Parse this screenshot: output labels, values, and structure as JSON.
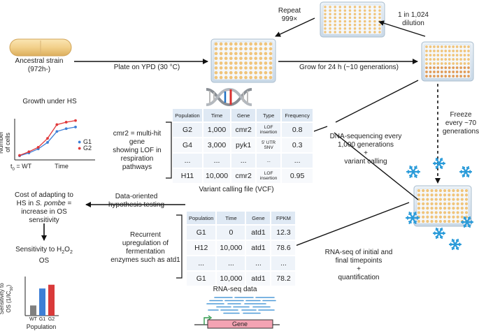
{
  "labels": {
    "ancestral": "Ancestral strain\n(972h-)",
    "plate": "Plate on YPD (30 °C)",
    "grow": "Grow for 24 h (~10 generations)",
    "repeat": "Repeat\n999×",
    "dilution": "1 in 1,024\ndilution",
    "freeze": "Freeze\nevery ~70\ngenerations",
    "dnaseq": "DNA-sequencing every\n1,000 generations\n+\nvariant calling",
    "rnaseq": "RNA-seq of initial and\nfinal timepoints\n+\nquantification",
    "cmr2": "cmr2 = multi-hit\ngene\nshowing LOF in\nrespiration\npathways",
    "vcf_caption": "Variant calling file (VCF)",
    "recurrent": "Recurrent\nupregulation of\nfermentation\nenzymes such as atd1",
    "rnaseq_caption": "RNA-seq data",
    "data_oriented": "Data-oriented\nhypothesis testing",
    "cost_pre": "Cost of adapting to\nHS in ",
    "cost_species": "S. pombe",
    "cost_post": " =\nincrease in OS\nsensitivity",
    "sensitivity_title_pre": "Sensitivity to H",
    "sensitivity_sub2": "2",
    "sensitivity_o": "O",
    "sensitivity_sub2b": "2",
    "sensitivity_os": "OS",
    "growth_title": "Growth under HS",
    "gene_label": "Gene"
  },
  "growth_chart": {
    "ylabel": "Number\nof cells",
    "xlabel": "Time",
    "x_origin_label_pre": "t",
    "x_origin_sub": "0",
    "x_origin_label_post": " = WT",
    "legend": [
      {
        "name": "G1",
        "color": "#3d7fd6"
      },
      {
        "name": "G2",
        "color": "#e0383a"
      }
    ]
  },
  "chart_data": [
    {
      "type": "line",
      "title": "Growth under HS",
      "xlabel": "Time",
      "ylabel": "Number of cells",
      "x": [
        0,
        1,
        2,
        3,
        4,
        5,
        6
      ],
      "series": [
        {
          "name": "G1",
          "values": [
            0.05,
            0.12,
            0.22,
            0.38,
            0.65,
            0.72,
            0.76
          ]
        },
        {
          "name": "G2",
          "values": [
            0.06,
            0.15,
            0.26,
            0.48,
            0.82,
            0.88,
            0.92
          ]
        }
      ]
    },
    {
      "type": "bar",
      "ylabel": "Sensitivity to OS (1/IC50)",
      "xlabel": "Population",
      "categories": [
        "WT",
        "G1",
        "G2"
      ],
      "values": [
        0.27,
        0.72,
        0.82
      ],
      "colors": [
        "#808080",
        "#3d7fd6",
        "#d93a3a"
      ]
    }
  ],
  "bar_chart": {
    "ylabel_pre": "Sensitivity to\nOS (1/IC",
    "ylabel_sub": "50",
    "ylabel_post": ")",
    "xlabel": "Population"
  },
  "vcf": {
    "headers": [
      "Population",
      "Time",
      "Gene",
      "Type",
      "Frequency"
    ],
    "rows": [
      [
        "G2",
        "1,000",
        "cmr2",
        "LOF\ninsertion",
        "0.8"
      ],
      [
        "G4",
        "3,000",
        "pyk1",
        "5' UTR\nSNV",
        "0.3"
      ],
      [
        "...",
        "...",
        "...",
        "...",
        "..."
      ],
      [
        "H11",
        "10,000",
        "cmr2",
        "LOF\ninsertion",
        "0.95"
      ]
    ]
  },
  "rnaseq": {
    "headers": [
      "Population",
      "Time",
      "Gene",
      "FPKM"
    ],
    "rows": [
      [
        "G1",
        "0",
        "atd1",
        "12.3"
      ],
      [
        "H12",
        "10,000",
        "atd1",
        "78.6"
      ],
      [
        "...",
        "...",
        "...",
        "..."
      ],
      [
        "G1",
        "10,000",
        "atd1",
        "78.2"
      ]
    ]
  },
  "colors": {
    "plate_well": "#f0c47a",
    "plate_well_dark": "#e09a55",
    "plate_body": "#dce8f2",
    "snowflake": "#2a9bd9",
    "yeast": "#f2d28c",
    "read_blue": "#4f9bd8",
    "gene_box": "#f4a3b3"
  }
}
